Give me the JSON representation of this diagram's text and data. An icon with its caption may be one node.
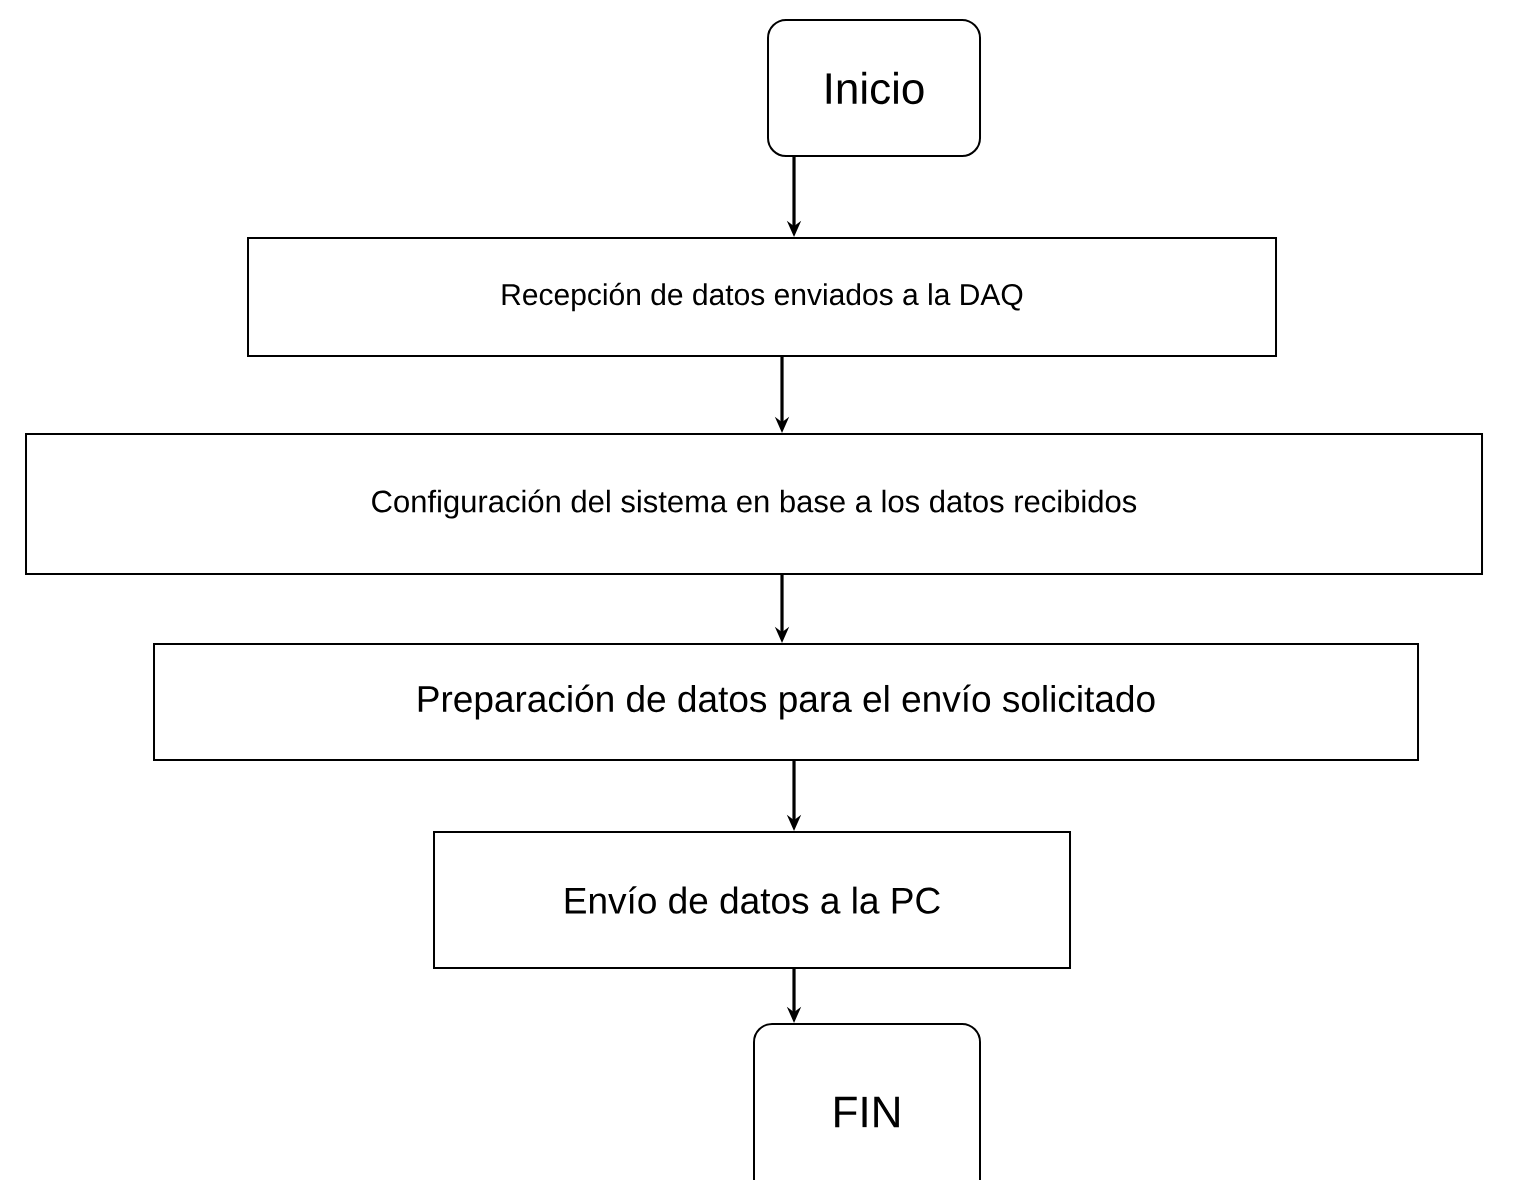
{
  "diagram": {
    "nodes": [
      {
        "text": [
          "Inicio"
        ]
      },
      {
        "text": [
          "Recepción de datos enviados a la DAQ"
        ]
      },
      {
        "text": [
          "Configuración del sistema en base a los datos recibidos"
        ]
      },
      {
        "text": [
          "Preparación de datos para el envío solicitado"
        ]
      },
      {
        "text": [
          "Envío de datos a la PC"
        ]
      },
      {
        "text": [
          "FIN"
        ]
      }
    ],
    "edges": [
      {
        "from": 0,
        "to": 1,
        "arrow": "to"
      },
      {
        "from": 1,
        "to": 2,
        "arrow": "to"
      },
      {
        "from": 2,
        "to": 3,
        "arrow": "to"
      },
      {
        "from": 3,
        "to": 4,
        "arrow": "to"
      },
      {
        "from": 4,
        "to": 5,
        "arrow": "to"
      }
    ]
  }
}
